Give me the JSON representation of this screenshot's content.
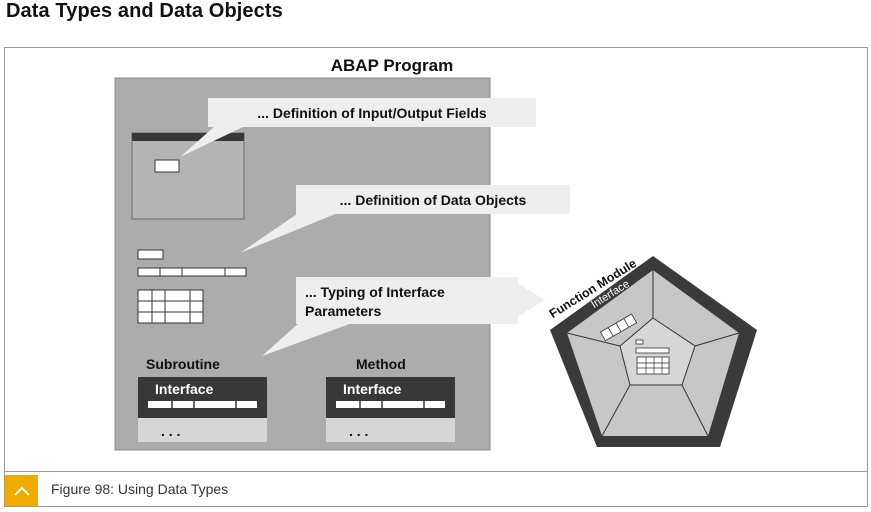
{
  "page": {
    "title": "Data Types and Data Objects"
  },
  "diagram": {
    "program_title": "ABAP Program",
    "callouts": [
      {
        "text": "... Definition of Input/Output Fields"
      },
      {
        "text": "... Definition of Data Objects"
      },
      {
        "lines": [
          "... Typing of Interface",
          "Parameters"
        ]
      }
    ],
    "subroutine": {
      "label": "Subroutine",
      "interface": "Interface",
      "ellipsis": ". . ."
    },
    "method": {
      "label": "Method",
      "interface": "Interface",
      "ellipsis": ". . ."
    },
    "function_module": {
      "label": "Function Module",
      "interface": "Interface"
    }
  },
  "figure": {
    "caption": "Figure 98: Using Data Types",
    "icon": "chevron-up-icon"
  },
  "colors": {
    "program_bg": "#acacac",
    "dark_bar": "#383838",
    "callout_bg": "#eeeeee",
    "pentagon_outer": "#3a3a3a",
    "pentagon_mid": "#c7c7c7",
    "pentagon_inner": "#d6d6d6",
    "accent": "#f0ab00"
  }
}
